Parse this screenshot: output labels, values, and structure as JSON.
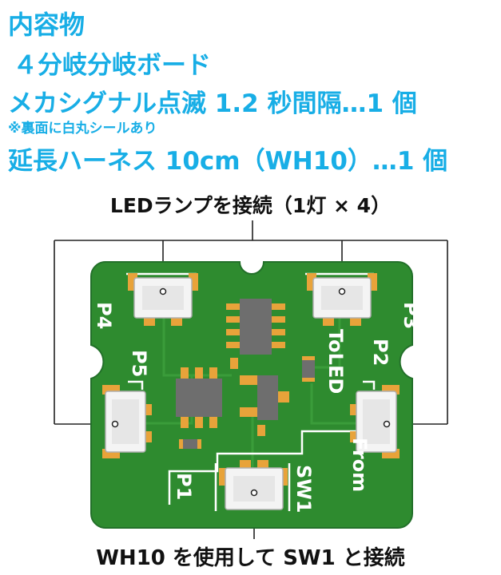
{
  "contents": {
    "heading": "内容物",
    "line1": "４分岐分岐ボード",
    "line2": "メカシグナル点滅 1.2 秒間隔…1 個",
    "note": "※裏面に白丸シールあり",
    "line3": "延長ハーネス 10cm（WH10）…1 個"
  },
  "annotations": {
    "top": "LEDランプを接続（1灯 × 4）",
    "bottom": "WH10 を使用して SW1 と接続"
  },
  "silkscreen": {
    "p1": "P1",
    "p2": "P2",
    "p3": "P3",
    "p4": "P4",
    "p5": "P5",
    "toled": "ToLED",
    "from": "From",
    "sw1": "SW1"
  },
  "colors": {
    "accent_text": "#18aee6",
    "pcb": "#2e8b2f",
    "pad": "#e8a33a",
    "chip": "#6e6e6e",
    "connector": "#ececec"
  }
}
